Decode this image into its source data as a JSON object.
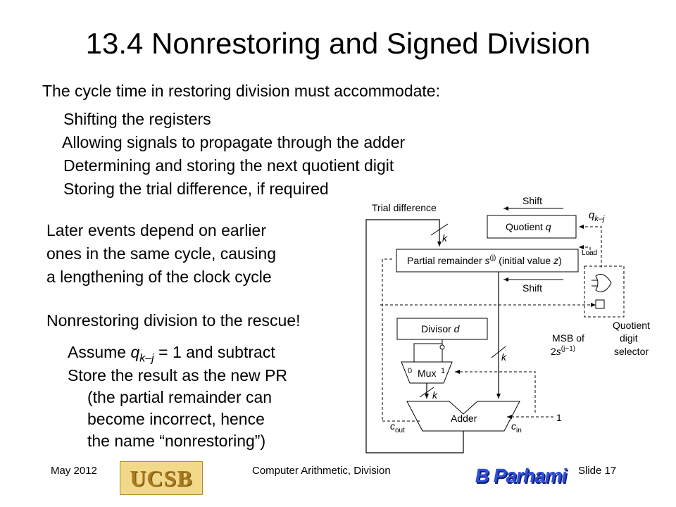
{
  "slide": {
    "title": "13.4  Nonrestoring and Signed Division",
    "intro": "The cycle time in restoring division must accommodate:",
    "cycle_items": [
      "Shifting the registers",
      "Allowing signals to propagate through the adder",
      "Determining and storing the next quotient digit",
      "Storing the trial difference, if required"
    ],
    "later_events": [
      "Later events depend on earlier",
      "ones in the same cycle, causing",
      "a lengthening of the clock cycle"
    ],
    "rescue": "Nonrestoring division to the rescue!",
    "assume": {
      "pre": "Assume ",
      "q": "q",
      "sub": "k–j",
      "post": " = 1 and subtract"
    },
    "store_lines": [
      "Store the result as the new PR",
      "(the partial remainder can",
      "become incorrect, hence",
      "the name “nonrestoring”)"
    ]
  },
  "diagram": {
    "trial_difference": "Trial difference",
    "shift_top": "Shift",
    "quotient": {
      "label": "Quotient ",
      "var": "q"
    },
    "qkj": {
      "q": "q",
      "sub": "k–j"
    },
    "k1": "k",
    "load": "Load",
    "partial": {
      "label": "Partial remainder ",
      "s": "s",
      "sup": "(j)",
      "post": " (initial value ",
      "z": "z",
      "close": ")"
    },
    "shift_bottom": "Shift",
    "divisor": {
      "label": "Divisor ",
      "var": "d"
    },
    "k2": "k",
    "mux_0": "0",
    "mux": "Mux",
    "mux_1": "1",
    "k3": "k",
    "adder": "Adder",
    "cout": {
      "c": "c",
      "sub": "out"
    },
    "cin": {
      "c": "c",
      "sub": "in"
    },
    "one": "1",
    "msb": {
      "line1": "MSB of",
      "two": "2",
      "s": "s",
      "sup": "(j−1)"
    },
    "selector": [
      "Quotient",
      "digit",
      "selector"
    ]
  },
  "footer": {
    "date": "May 2012",
    "logo": "UCSB",
    "course": "Computer Arithmetic, Division",
    "author_logo": "B Parhami",
    "slide": "Slide 17"
  }
}
